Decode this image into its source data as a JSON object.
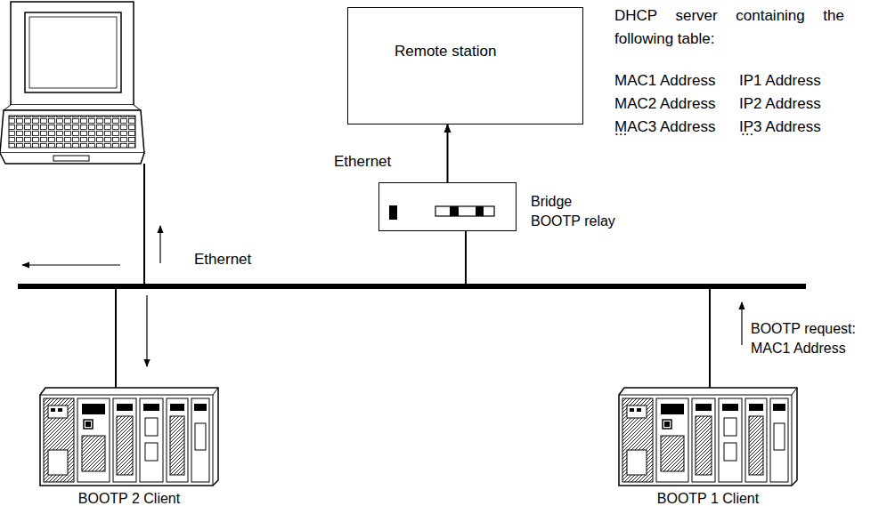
{
  "diagram": {
    "nodes": [
      {
        "text": [
          "Remote station"
        ]
      },
      {
        "text": [
          "Bridge BOOTP relay"
        ]
      },
      {
        "text": [
          "BOOTP 2 Client"
        ]
      },
      {
        "text": [
          "BOOTP 1 Client"
        ]
      }
    ],
    "edges": [
      {
        "from": 1,
        "to": 0,
        "arrow": "to"
      }
    ],
    "labels": [
      "DHCP server containing the following table:",
      "MAC1 Address",
      "IP1 Address",
      "MAC2 Address",
      "IP2 Address",
      "MAC3 Address",
      "IP3 Address",
      "...",
      "...",
      "Ethernet",
      "Ethernet",
      "BOOTP request: MAC1 Address"
    ]
  }
}
